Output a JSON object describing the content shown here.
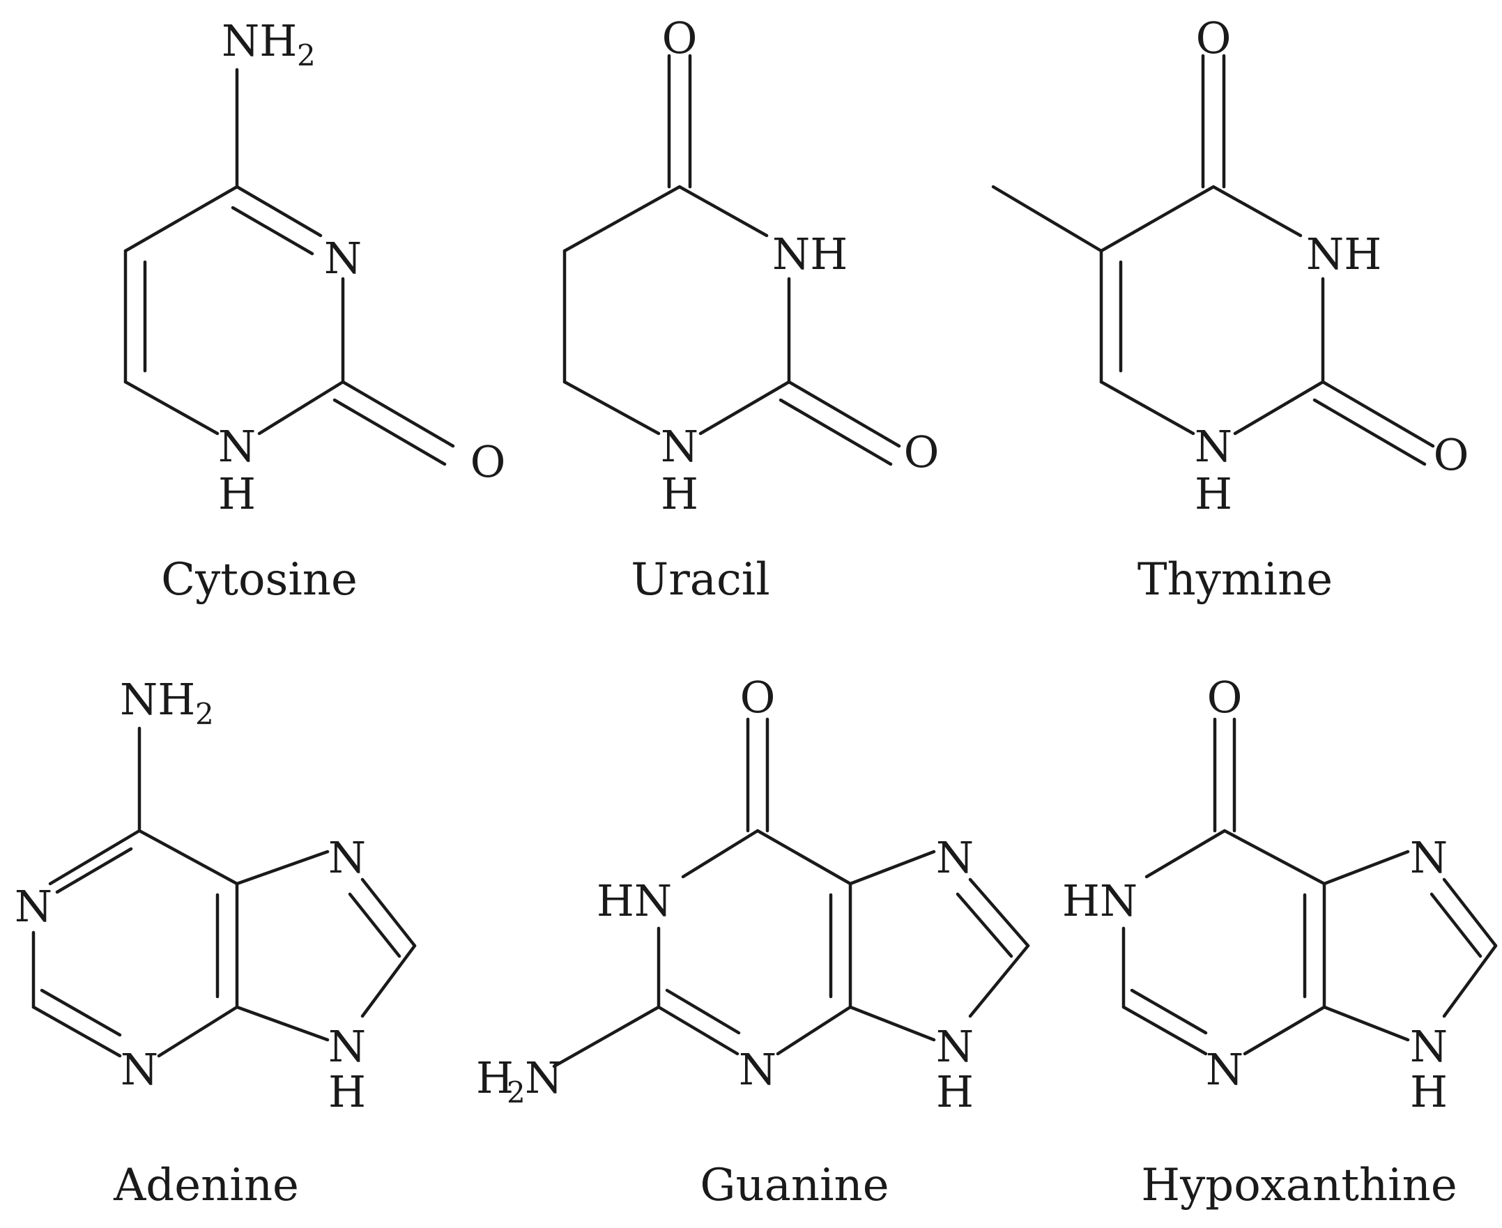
{
  "figure": {
    "molecules": [
      {
        "id": "cytosine",
        "name": "Cytosine",
        "atoms": [
          "NH",
          "2",
          "N",
          "O",
          "N",
          "H"
        ]
      },
      {
        "id": "uracil",
        "name": "Uracil",
        "atoms": [
          "O",
          "NH",
          "O",
          "N",
          "H"
        ]
      },
      {
        "id": "thymine",
        "name": "Thymine",
        "atoms": [
          "O",
          "NH",
          "O",
          "N",
          "H"
        ]
      },
      {
        "id": "adenine",
        "name": "Adenine",
        "atoms": [
          "NH",
          "2",
          "N",
          "N",
          "N",
          "N",
          "H"
        ]
      },
      {
        "id": "guanine",
        "name": "Guanine",
        "atoms": [
          "O",
          "HN",
          "N",
          "N",
          "H",
          "N",
          "H",
          "2",
          "N"
        ]
      },
      {
        "id": "hypoxanthine",
        "name": "Hypoxanthine",
        "atoms": [
          "O",
          "HN",
          "N",
          "N",
          "N",
          "H"
        ]
      }
    ]
  }
}
